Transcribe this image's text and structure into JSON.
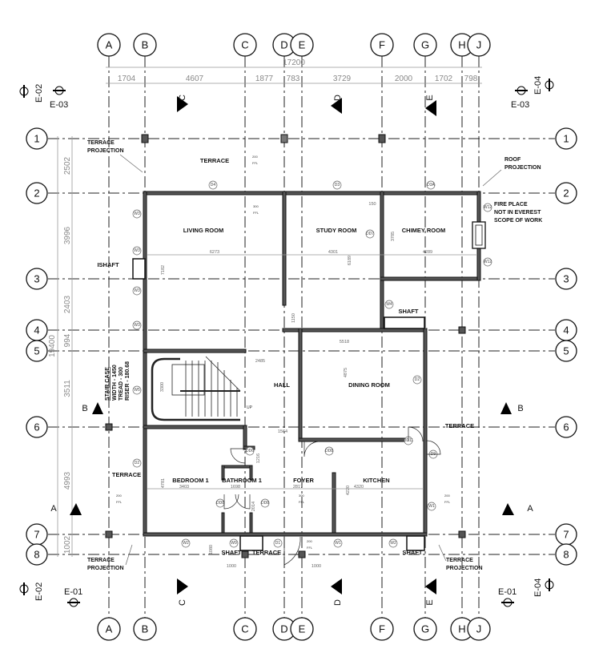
{
  "grid": {
    "columns": [
      "A",
      "B",
      "C",
      "D",
      "E",
      "F",
      "G",
      "H",
      "J"
    ],
    "rows": [
      "1",
      "2",
      "3",
      "4",
      "5",
      "6",
      "7",
      "8"
    ]
  },
  "dims": {
    "overall_width": "17200",
    "widths": [
      "1704",
      "4607",
      "1877",
      "783",
      "3729",
      "2000",
      "1702",
      "798"
    ],
    "overall_height": "19400",
    "heights": [
      "2502",
      "3996",
      "2403",
      "994",
      "3511",
      "4993",
      "1002"
    ]
  },
  "rooms": {
    "terrace_top": "TERRACE",
    "living": "LIVING ROOM",
    "study": "STUDY ROOM",
    "chimney": "CHIMEY ROOM",
    "ishaft": "ISHAFT",
    "shaft_mid": "SHAFT",
    "hall": "HALL",
    "dining": "DINING ROOM",
    "terrace_right": "TERRACE",
    "terrace_left": "TERRACE",
    "bedroom": "BEDROOM 1",
    "bathroom": "BATHROOM 1",
    "foyer": "FOYER",
    "kitchen": "KITCHEN",
    "shaft_bl": "SHAFT",
    "terrace_bottom": "TERRACE",
    "shaft_br": "SHAFT"
  },
  "notes": {
    "terrace_projection": [
      "TERRACE",
      "PROJECTION"
    ],
    "roof_projection": [
      "ROOF",
      "PROJECTION"
    ],
    "fireplace": [
      "FIRE PLACE",
      "NOT IN EVEREST",
      "SCOPE OF WORK"
    ],
    "staircase": {
      "title": "STAIR CASE",
      "lines": [
        "WIDTH   - 1450",
        "TREAD   - 300",
        "RISER   - 180.68"
      ]
    },
    "up": "UP"
  },
  "sections": [
    "A",
    "B",
    "C",
    "D",
    "E"
  ],
  "elevations": [
    "E-01",
    "E-02",
    "E-03",
    "E-04"
  ],
  "levels": {
    "ffl": "FFL",
    "v200": "200",
    "v300": "300"
  },
  "tags": [
    "D4",
    "D3",
    "D3A",
    "W3",
    "W3",
    "W3",
    "W3",
    "DD7",
    "W12",
    "W12",
    "W4",
    "W5",
    "D2",
    "D2",
    "DD6",
    "DD8",
    "DD11",
    "D9",
    "DD8",
    "DD8",
    "W1",
    "W2",
    "W9",
    "D1",
    "W1",
    "W2"
  ],
  "interior_dims": [
    "6273",
    "4301",
    "4289",
    "150",
    "3785",
    "6189",
    "7182",
    "1150",
    "5518",
    "2485",
    "3300",
    "4875",
    "1564",
    "1216",
    "4781",
    "3403",
    "1698",
    "2817",
    "4220",
    "4320",
    "2014",
    "1080",
    "1000",
    "1000"
  ]
}
